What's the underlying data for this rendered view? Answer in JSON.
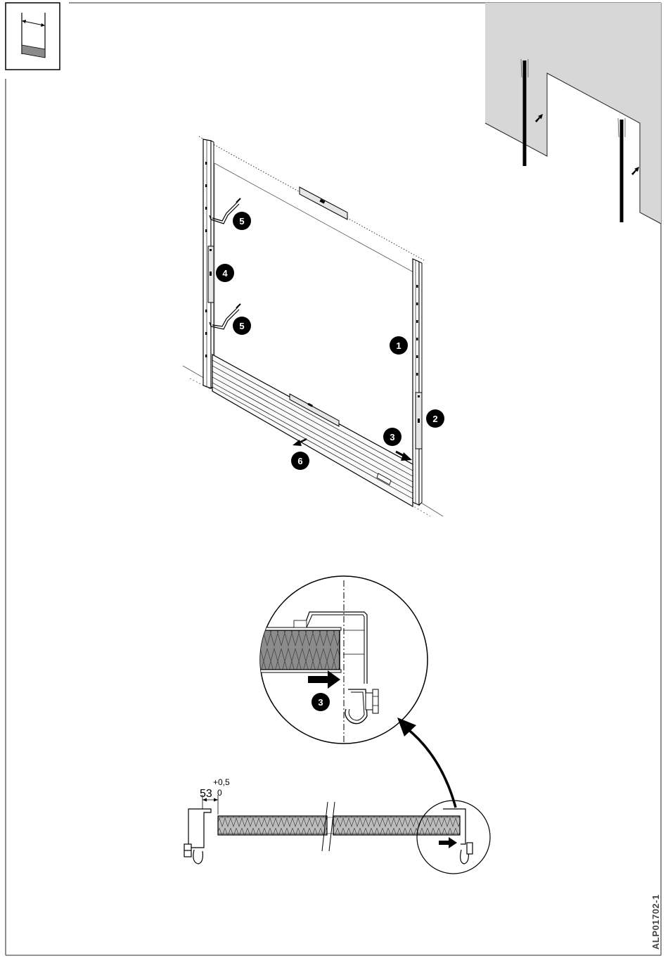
{
  "callouts": {
    "c1": "1",
    "c2": "2",
    "c3_main": "3",
    "c3_detail": "3",
    "c4": "4",
    "c5_top": "5",
    "c5_bottom": "5",
    "c6": "6"
  },
  "dimension": {
    "value": "53",
    "tol_upper": "+0,5",
    "tol_lower": "0"
  },
  "drawing_code": "ALP01702-1",
  "icons": {
    "header": "door-panel-width-icon",
    "wall": "wall-opening-icon",
    "arrow": "curved-arrow-icon"
  },
  "colors": {
    "ink": "#000000",
    "wall_gray": "#d7d7d7",
    "insulation_gray": "#8c8c8c",
    "panel_fill": "#f2f2f2"
  }
}
